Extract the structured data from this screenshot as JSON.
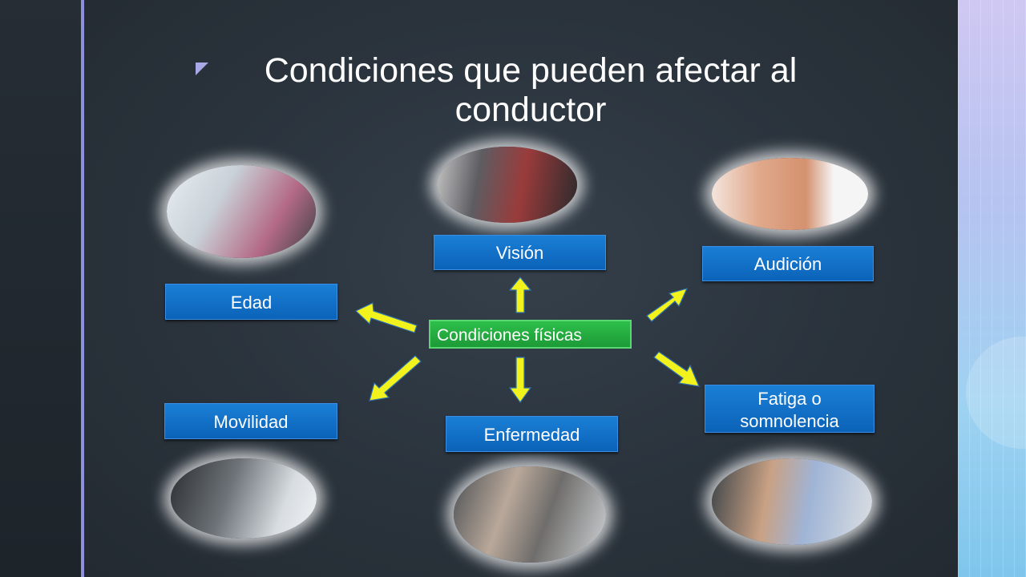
{
  "title": "Condiciones que pueden afectar al conductor",
  "center": "Condiciones físicas",
  "labels": {
    "vision": "Visión",
    "audicion": "Audición",
    "edad": "Edad",
    "movilidad": "Movilidad",
    "enfermedad": "Enfermedad",
    "fatiga_line1": "Fatiga o",
    "fatiga_line2": "somnolencia"
  },
  "colors": {
    "label_blue": "#0b63b8",
    "center_green": "#1d9a37",
    "arrow_yellow": "#f2f21c",
    "accent_purple": "#8f8fe0"
  }
}
